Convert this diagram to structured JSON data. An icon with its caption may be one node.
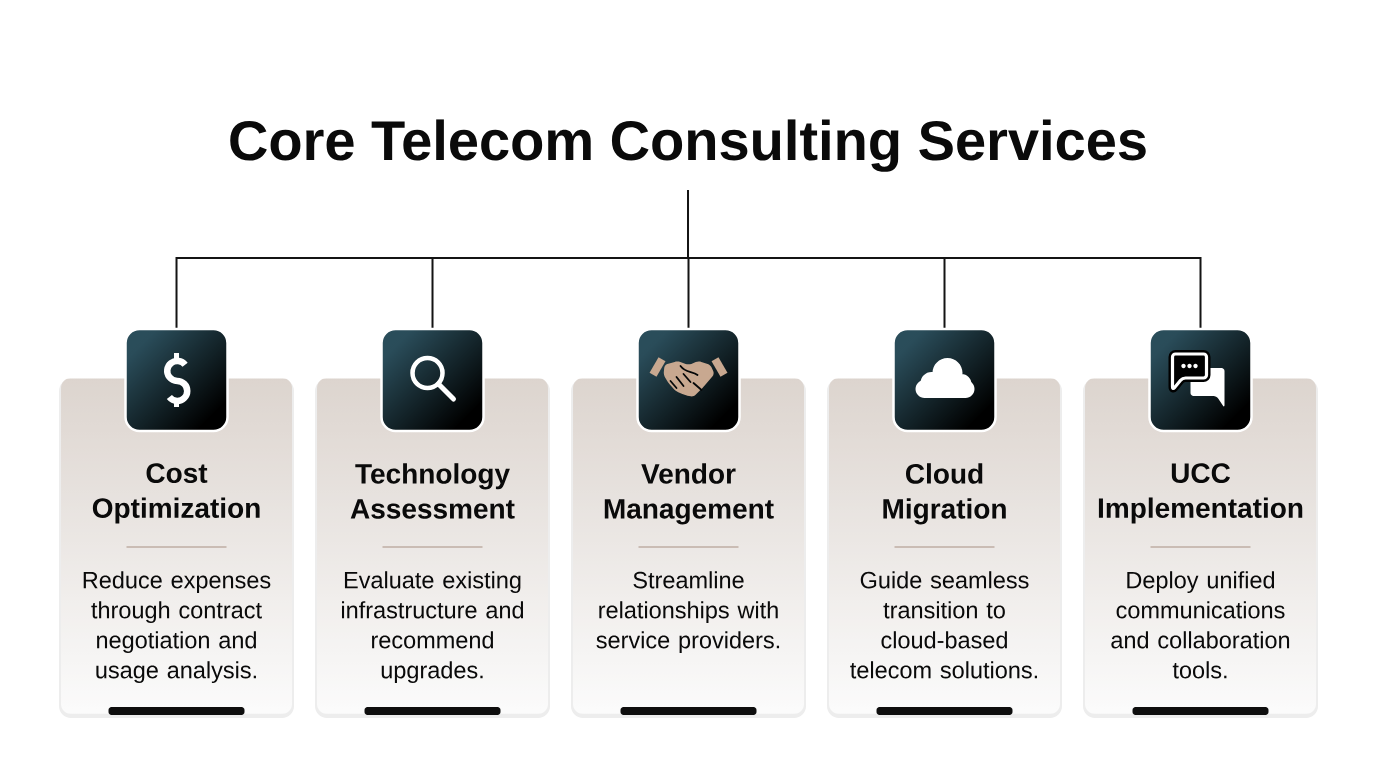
{
  "diagram": {
    "nodes": [
      {
        "text": [
          "Core Telecom Consulting Services"
        ]
      },
      {
        "text": [],
        "shape": "picture"
      },
      {
        "text": [
          "Cost Optimization",
          "Reduce expenses through contract negotiation and usage analysis."
        ]
      },
      {
        "text": [],
        "shape": "picture"
      },
      {
        "text": [
          "Technology Assessment",
          "Evaluate existing infrastructure and recommend upgrades."
        ]
      },
      {
        "text": [],
        "shape": "picture"
      },
      {
        "text": [
          "Vendor Management",
          "Streamline relationships with service providers."
        ]
      },
      {
        "text": [],
        "shape": "picture"
      },
      {
        "text": [
          "Cloud Migration",
          "Guide seamless transition to cloud-based telecom solutions."
        ]
      },
      {
        "text": [],
        "shape": "picture"
      },
      {
        "text": [
          "UCC Implementation",
          "Deploy unified communications and collaboration tools."
        ]
      }
    ],
    "edges": [
      {
        "from": 0,
        "to": 1,
        "arrow": "none"
      },
      {
        "from": 0,
        "to": 3,
        "arrow": "none"
      },
      {
        "from": 0,
        "to": 5,
        "arrow": "none"
      },
      {
        "from": 0,
        "to": 7,
        "arrow": "none"
      },
      {
        "from": 0,
        "to": 9,
        "arrow": "none"
      }
    ]
  }
}
